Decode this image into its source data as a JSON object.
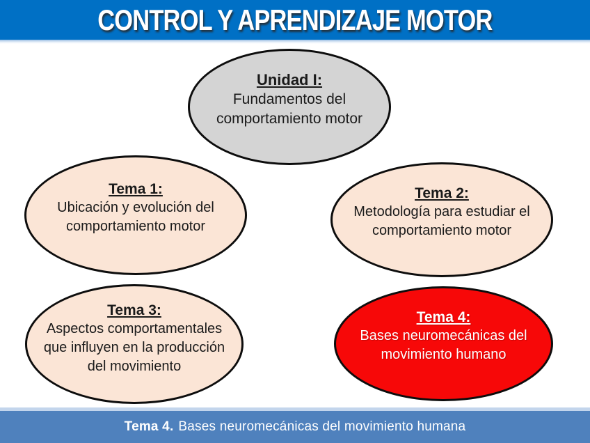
{
  "title": "CONTROL Y APRENDIZAJE MOTOR",
  "colors": {
    "title_band": "#0070C5",
    "footer_band": "#4F81BD",
    "red_ellipse": "#F70808",
    "peach_ellipse": "#FBE5D6",
    "gray_ellipse": "#D4D4D4"
  },
  "ellipses": {
    "unidad": {
      "heading": "Unidad I:",
      "line1": "Fundamentos del",
      "line2": "comportamiento motor"
    },
    "tema1": {
      "heading": "Tema 1:",
      "line1": "Ubicación y evolución del",
      "line2": "comportamiento motor"
    },
    "tema2": {
      "heading": "Tema 2:",
      "line1": "Metodología para estudiar el",
      "line2": "comportamiento motor"
    },
    "tema3": {
      "heading": "Tema 3:",
      "line1": "Aspectos comportamentales",
      "line2": "que influyen en la producción",
      "line3": "del movimiento"
    },
    "tema4": {
      "heading": "Tema 4:",
      "line1": "Bases neuromecánicas del",
      "line2": "movimiento humano"
    }
  },
  "footer": {
    "prefix": "Tema 4.",
    "text": "Bases neuromecánicas del movimiento humana"
  }
}
